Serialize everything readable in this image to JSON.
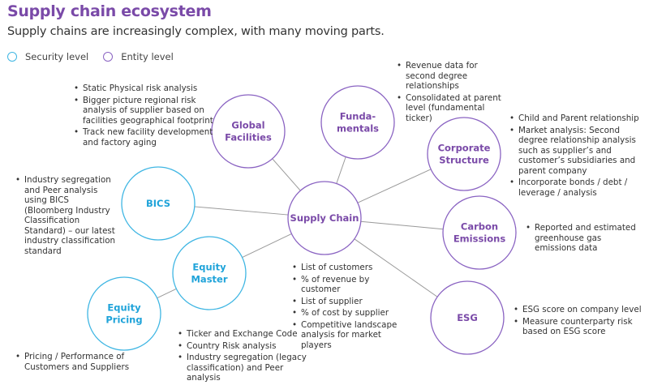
{
  "header": {
    "title": "Supply chain ecosystem",
    "subtitle": "Supply chains are increasingly complex, with many moving parts."
  },
  "legend": [
    {
      "label": "Security level",
      "type": "security",
      "color": "#3fb6e3"
    },
    {
      "label": "Entity level",
      "type": "entity",
      "color": "#8a63c2"
    }
  ],
  "colors": {
    "security": "#3fb6e3",
    "security_text": "#1fa3d9",
    "entity": "#8a63c2",
    "entity_text": "#7a4aa8",
    "connector": "#999999"
  },
  "hub": {
    "id": "supply-chain",
    "label": [
      "Supply Chain"
    ],
    "type": "entity"
  },
  "nodes": [
    {
      "id": "global-facilities",
      "label": [
        "Global",
        "Facilities"
      ],
      "type": "entity",
      "connects_to": "supply-chain"
    },
    {
      "id": "fundamentals",
      "label": [
        "Funda-",
        "mentals"
      ],
      "type": "entity",
      "connects_to": "supply-chain"
    },
    {
      "id": "corporate-structure",
      "label": [
        "Corporate",
        "Structure"
      ],
      "type": "entity",
      "connects_to": "supply-chain"
    },
    {
      "id": "carbon-emissions",
      "label": [
        "Carbon",
        "Emissions"
      ],
      "type": "entity",
      "connects_to": "supply-chain"
    },
    {
      "id": "esg",
      "label": [
        "ESG"
      ],
      "type": "entity",
      "connects_to": "supply-chain"
    },
    {
      "id": "bics",
      "label": [
        "BICS"
      ],
      "type": "security",
      "connects_to": "supply-chain"
    },
    {
      "id": "equity-master",
      "label": [
        "Equity",
        "Master"
      ],
      "type": "security",
      "connects_to": "supply-chain"
    },
    {
      "id": "equity-pricing",
      "label": [
        "Equity",
        "Pricing"
      ],
      "type": "security",
      "connects_to": "equity-master"
    }
  ],
  "notes": {
    "global_facilities": [
      "Static Physical risk analysis",
      "Bigger picture regional risk analysis of supplier based on facilities geographical footprint",
      "Track new facility development and factory aging"
    ],
    "fundamentals": [
      "Revenue data for second degree relationships",
      "Consolidated at parent level (fundamental ticker)"
    ],
    "corporate_structure": [
      "Child and Parent relationship",
      "Market analysis: Second degree relationship analysis such as supplier’s and customer’s subsidiaries and parent company",
      "Incorporate bonds / debt / leverage / analysis"
    ],
    "carbon_emissions": [
      "Reported and estimated greenhouse gas emissions data"
    ],
    "esg": [
      "ESG score on company level",
      "Measure counterparty risk based on ESG score"
    ],
    "bics": [
      "Industry segregation and Peer analysis using BICS (Bloomberg Industry Classification Standard) – our latest industry classification standard"
    ],
    "supply_chain": [
      "List of customers",
      "% of revenue by customer",
      "List of supplier",
      "% of cost by supplier",
      "Competitive landscape analysis for market players"
    ],
    "equity_master": [
      "Ticker and Exchange Code",
      "Country Risk analysis",
      "Industry segregation (legacy classification) and Peer analysis"
    ],
    "equity_pricing": [
      "Pricing / Performance of Customers and Suppliers"
    ]
  }
}
